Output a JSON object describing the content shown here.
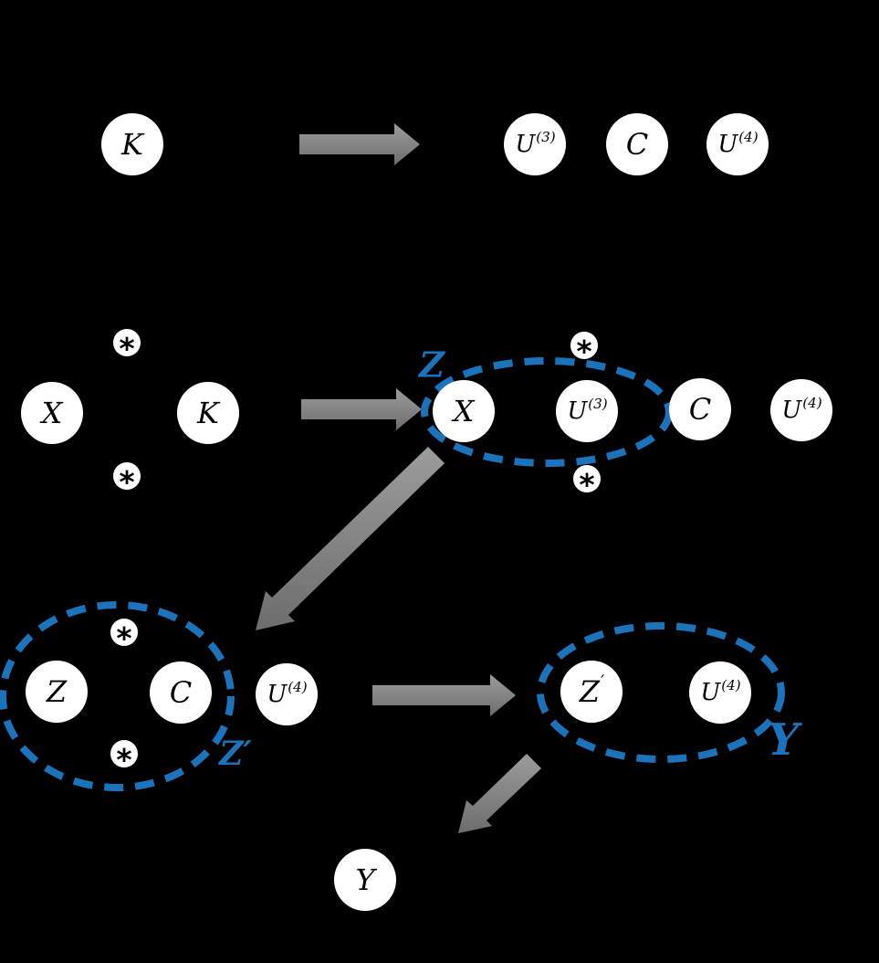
{
  "colors": {
    "background": "#000000",
    "node_fill": "#ffffff",
    "node_text": "#000000",
    "arrow_gray_light": "#9c9c9c",
    "arrow_gray_dark": "#6d6d6d",
    "dashed_ellipse_blue": "#1b74bb"
  },
  "star_symbol": "*",
  "group_labels": {
    "z": "Z",
    "z_prime": "Z′",
    "y": "Y"
  },
  "nodes": {
    "kernel_top": {
      "base": "K",
      "sup": ""
    },
    "u3_top": {
      "base": "U",
      "sup": "(3)"
    },
    "core_top": {
      "base": "C",
      "sup": ""
    },
    "u4_top": {
      "base": "U",
      "sup": "(4)"
    },
    "x_input": {
      "base": "X",
      "sup": ""
    },
    "kernel_mid": {
      "base": "K",
      "sup": ""
    },
    "x_in_z": {
      "base": "X",
      "sup": ""
    },
    "u3_in_z": {
      "base": "U",
      "sup": "(3)"
    },
    "core_mid": {
      "base": "C",
      "sup": ""
    },
    "u4_mid": {
      "base": "U",
      "sup": "(4)"
    },
    "z_result": {
      "base": "Z",
      "sup": ""
    },
    "core_in_zp": {
      "base": "C",
      "sup": ""
    },
    "u4_next": {
      "base": "U",
      "sup": "(4)"
    },
    "zp_result": {
      "base": "Z",
      "sup": "′"
    },
    "u4_in_y": {
      "base": "U",
      "sup": "(4)"
    },
    "y_output": {
      "base": "Y",
      "sup": ""
    }
  }
}
